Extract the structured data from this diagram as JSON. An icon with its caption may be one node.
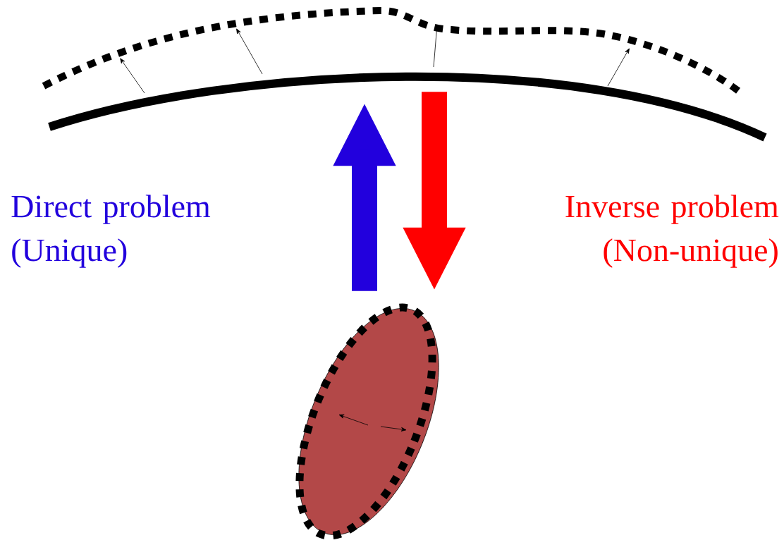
{
  "diagram": {
    "nodes": [
      {
        "text": [],
        "shape": "curve"
      },
      {
        "text": [],
        "shape": "ellipse"
      }
    ],
    "edges": [
      {
        "from": 1,
        "to": 0,
        "arrow": "to",
        "label": "Direct problem (Unique)",
        "color": "#2200dd"
      },
      {
        "from": 0,
        "to": 1,
        "arrow": "to",
        "label": "Inverse problem (Non-unique)",
        "color": "#ff0000"
      }
    ]
  }
}
